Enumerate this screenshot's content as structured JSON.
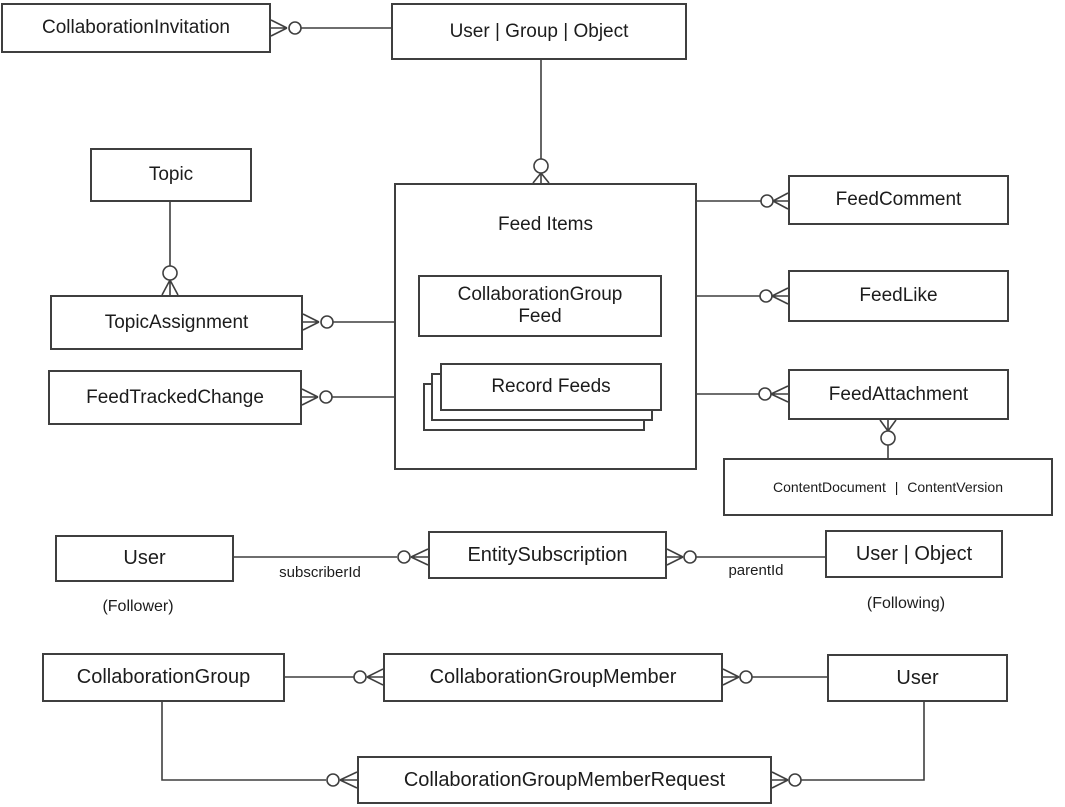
{
  "diagram": {
    "type": "entity-relationship-diagram",
    "notation": "crow-foot-with-circle (zero-or-many) markers",
    "colors": {
      "background": "#ffffff",
      "line": "#3f3f3f",
      "text": "#1c1c1c"
    },
    "nodes": {
      "collaboration_invitation": {
        "label": "CollaborationInvitation"
      },
      "user_group_object": {
        "label": "User | Group | Object"
      },
      "topic": {
        "label": "Topic"
      },
      "topic_assignment": {
        "label": "TopicAssignment"
      },
      "feed_tracked_change": {
        "label": "FeedTrackedChange"
      },
      "feed_items": {
        "label": "Feed Items"
      },
      "collaboration_group_feed": {
        "line1": "CollaborationGroup",
        "line2": "Feed"
      },
      "record_feeds": {
        "label": "Record Feeds"
      },
      "feed_comment": {
        "label": "FeedComment"
      },
      "feed_like": {
        "label": "FeedLike"
      },
      "feed_attachment": {
        "label": "FeedAttachment"
      },
      "content_document_version": {
        "label": "ContentDocument | ContentVersion"
      },
      "user_follower": {
        "label": "User",
        "caption": "(Follower)"
      },
      "entity_subscription": {
        "label": "EntitySubscription"
      },
      "user_object_following": {
        "label": "User | Object",
        "caption": "(Following)"
      },
      "collaboration_group": {
        "label": "CollaborationGroup"
      },
      "collaboration_group_member": {
        "label": "CollaborationGroupMember"
      },
      "user_member": {
        "label": "User"
      },
      "collaboration_group_member_request": {
        "label": "CollaborationGroupMemberRequest"
      }
    },
    "edge_labels": {
      "subscriber_id": "subscriberId",
      "parent_id": "parentId"
    },
    "edges": [
      {
        "from": "CollaborationInvitation",
        "to": "User | Group | Object",
        "many_side": "CollaborationInvitation"
      },
      {
        "from": "User | Group | Object",
        "to": "Feed Items",
        "many_side": "Feed Items"
      },
      {
        "from": "Topic",
        "to": "TopicAssignment",
        "many_side": "TopicAssignment"
      },
      {
        "from": "TopicAssignment",
        "to": "Feed Items",
        "many_side": "TopicAssignment"
      },
      {
        "from": "FeedTrackedChange",
        "to": "Feed Items",
        "many_side": "FeedTrackedChange"
      },
      {
        "from": "Feed Items",
        "to": "FeedComment",
        "many_side": "FeedComment"
      },
      {
        "from": "Feed Items",
        "to": "FeedLike",
        "many_side": "FeedLike"
      },
      {
        "from": "Feed Items",
        "to": "FeedAttachment",
        "many_side": "FeedAttachment"
      },
      {
        "from": "FeedAttachment",
        "to": "ContentDocument | ContentVersion",
        "many_side": "FeedAttachment"
      },
      {
        "from": "User (Follower)",
        "to": "EntitySubscription",
        "label": "subscriberId",
        "many_side": "EntitySubscription"
      },
      {
        "from": "EntitySubscription",
        "to": "User | Object (Following)",
        "label": "parentId",
        "many_side": "EntitySubscription"
      },
      {
        "from": "CollaborationGroup",
        "to": "CollaborationGroupMember",
        "many_side": "CollaborationGroupMember"
      },
      {
        "from": "CollaborationGroupMember",
        "to": "User",
        "many_side": "CollaborationGroupMember"
      },
      {
        "from": "CollaborationGroup",
        "to": "CollaborationGroupMemberRequest",
        "many_side": "CollaborationGroupMemberRequest"
      },
      {
        "from": "CollaborationGroupMemberRequest",
        "to": "User",
        "many_side": "CollaborationGroupMemberRequest"
      }
    ]
  }
}
